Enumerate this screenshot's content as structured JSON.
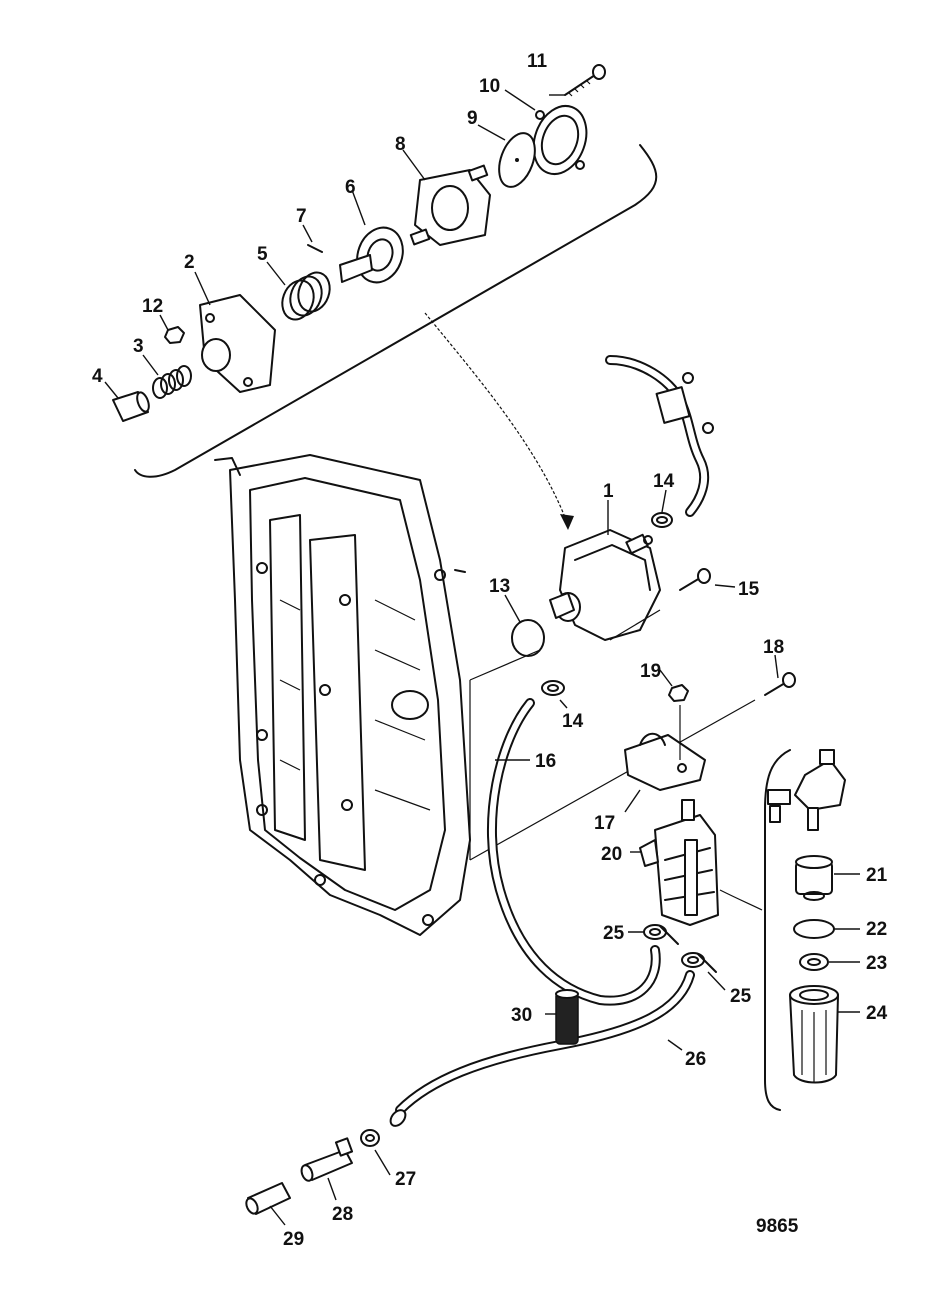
{
  "diagram_id": "9865",
  "callouts": [
    {
      "label": "1"
    },
    {
      "label": "2"
    },
    {
      "label": "3"
    },
    {
      "label": "4"
    },
    {
      "label": "5"
    },
    {
      "label": "6"
    },
    {
      "label": "7"
    },
    {
      "label": "8"
    },
    {
      "label": "9"
    },
    {
      "label": "10"
    },
    {
      "label": "11"
    },
    {
      "label": "12"
    },
    {
      "label": "13"
    },
    {
      "label": "14"
    },
    {
      "label": "14"
    },
    {
      "label": "15"
    },
    {
      "label": "16"
    },
    {
      "label": "17"
    },
    {
      "label": "18"
    },
    {
      "label": "19"
    },
    {
      "label": "20"
    },
    {
      "label": "21"
    },
    {
      "label": "22"
    },
    {
      "label": "23"
    },
    {
      "label": "24"
    },
    {
      "label": "25"
    },
    {
      "label": "25"
    },
    {
      "label": "26"
    },
    {
      "label": "27"
    },
    {
      "label": "28"
    },
    {
      "label": "29"
    },
    {
      "label": "30"
    }
  ]
}
